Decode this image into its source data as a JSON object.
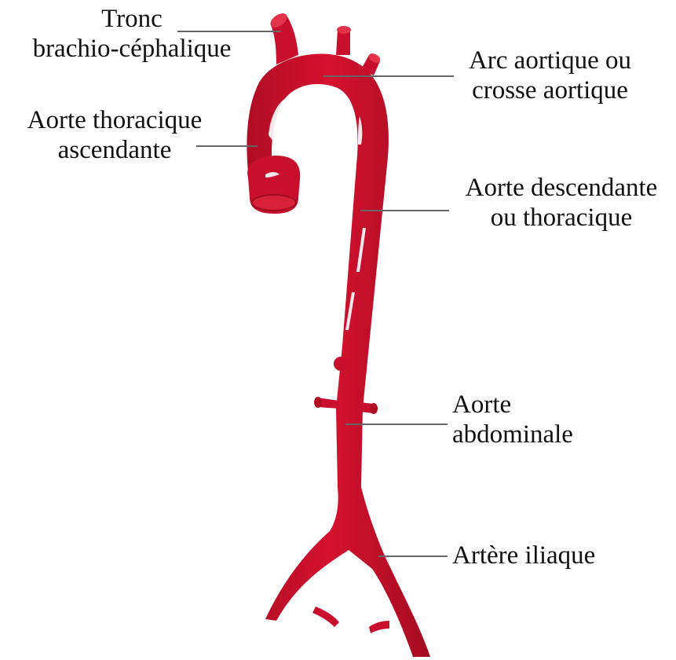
{
  "diagram": {
    "colors": {
      "artery": "#c8102e",
      "artery_dark": "#9e0c1f",
      "artery_light": "#e3334a",
      "highlight": "#ffffff",
      "leader_line": "#666666",
      "text": "#111111",
      "background": "#ffffff"
    },
    "labels": {
      "tronc": {
        "line1": "Tronc",
        "line2": "brachio-céphalique"
      },
      "aorte_thoracique_ascendante": {
        "line1": "Aorte thoracique",
        "line2": "ascendante"
      },
      "arc_aortique": {
        "line1": "Arc aortique ou",
        "line2": "crosse aortique"
      },
      "aorte_descendante": {
        "line1": "Aorte descendante",
        "line2": "ou thoracique"
      },
      "aorte_abdominale": {
        "line1": "Aorte",
        "line2": "abdominale"
      },
      "artere_iliaque": {
        "line1": "Artère iliaque"
      }
    }
  }
}
